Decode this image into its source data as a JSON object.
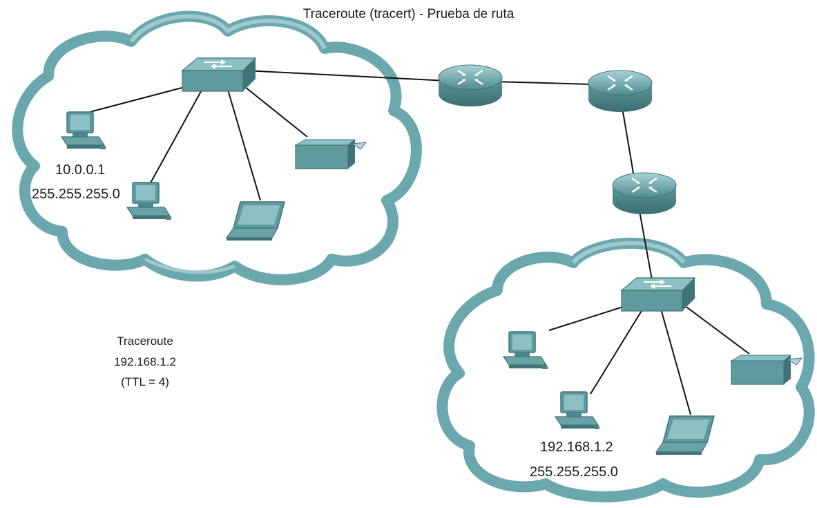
{
  "title": "Traceroute (tracert) - Prueba de ruta",
  "left_host": {
    "ip": "10.0.0.1",
    "mask": "255.255.255.0"
  },
  "right_host": {
    "ip": "192.168.1.2",
    "mask": "255.255.255.0"
  },
  "traceroute": {
    "line1": "Traceroute",
    "line2": "192.168.1.2",
    "line3": "(TTL = 4)"
  },
  "colors": {
    "cloud_outline": "#6aa8ad",
    "cloud_highlight": "#b7d7d9",
    "device_body": "#5f9a9e",
    "device_dark": "#3f7478",
    "device_light": "#8cc0c4",
    "link": "#111111"
  }
}
